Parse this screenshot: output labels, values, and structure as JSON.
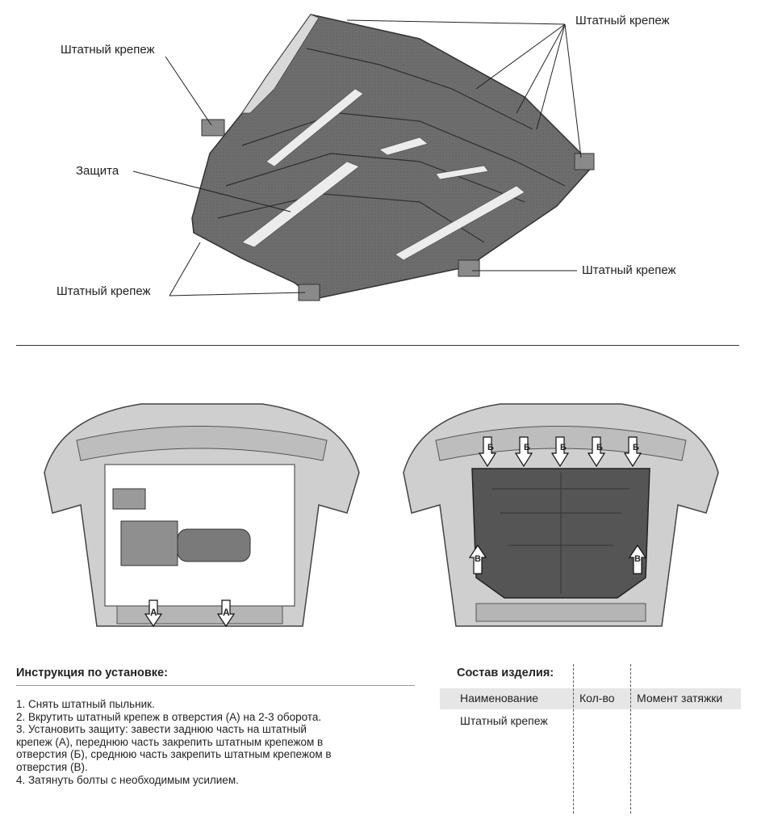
{
  "top_diagram": {
    "callouts": {
      "top_right": "Штатный крепеж",
      "top_left": "Штатный крепеж",
      "middle_left": "Защита",
      "bottom_left": "Штатный крепеж",
      "bottom_right": "Штатный крепеж"
    }
  },
  "bottom_diagrams": {
    "left_markers": [
      "А",
      "А"
    ],
    "right_top_markers": [
      "Б",
      "Б",
      "Б",
      "Б",
      "Б"
    ],
    "right_side_markers": [
      "В",
      "В"
    ]
  },
  "instructions": {
    "title": "Инструкция по установке:",
    "steps": [
      "1. Снять штатный пыльник.",
      "2. Вкрутить штатный крепеж в отверстия (А) на 2-3 оборота.",
      "3. Установить защиту: завести заднюю часть на штатный",
      "крепеж (А), переднюю часть закрепить штатным крепежом в",
      "отверстия (Б), среднюю часть закрепить штатным крепежом в",
      "отверстия (В).",
      "4. Затянуть болты с необходимым усилием."
    ]
  },
  "composition": {
    "title": "Состав изделия:",
    "columns": [
      "Наименование",
      "Кол-во",
      "Момент затяжки"
    ],
    "rows": [
      [
        "Штатный крепеж",
        "",
        ""
      ]
    ]
  }
}
